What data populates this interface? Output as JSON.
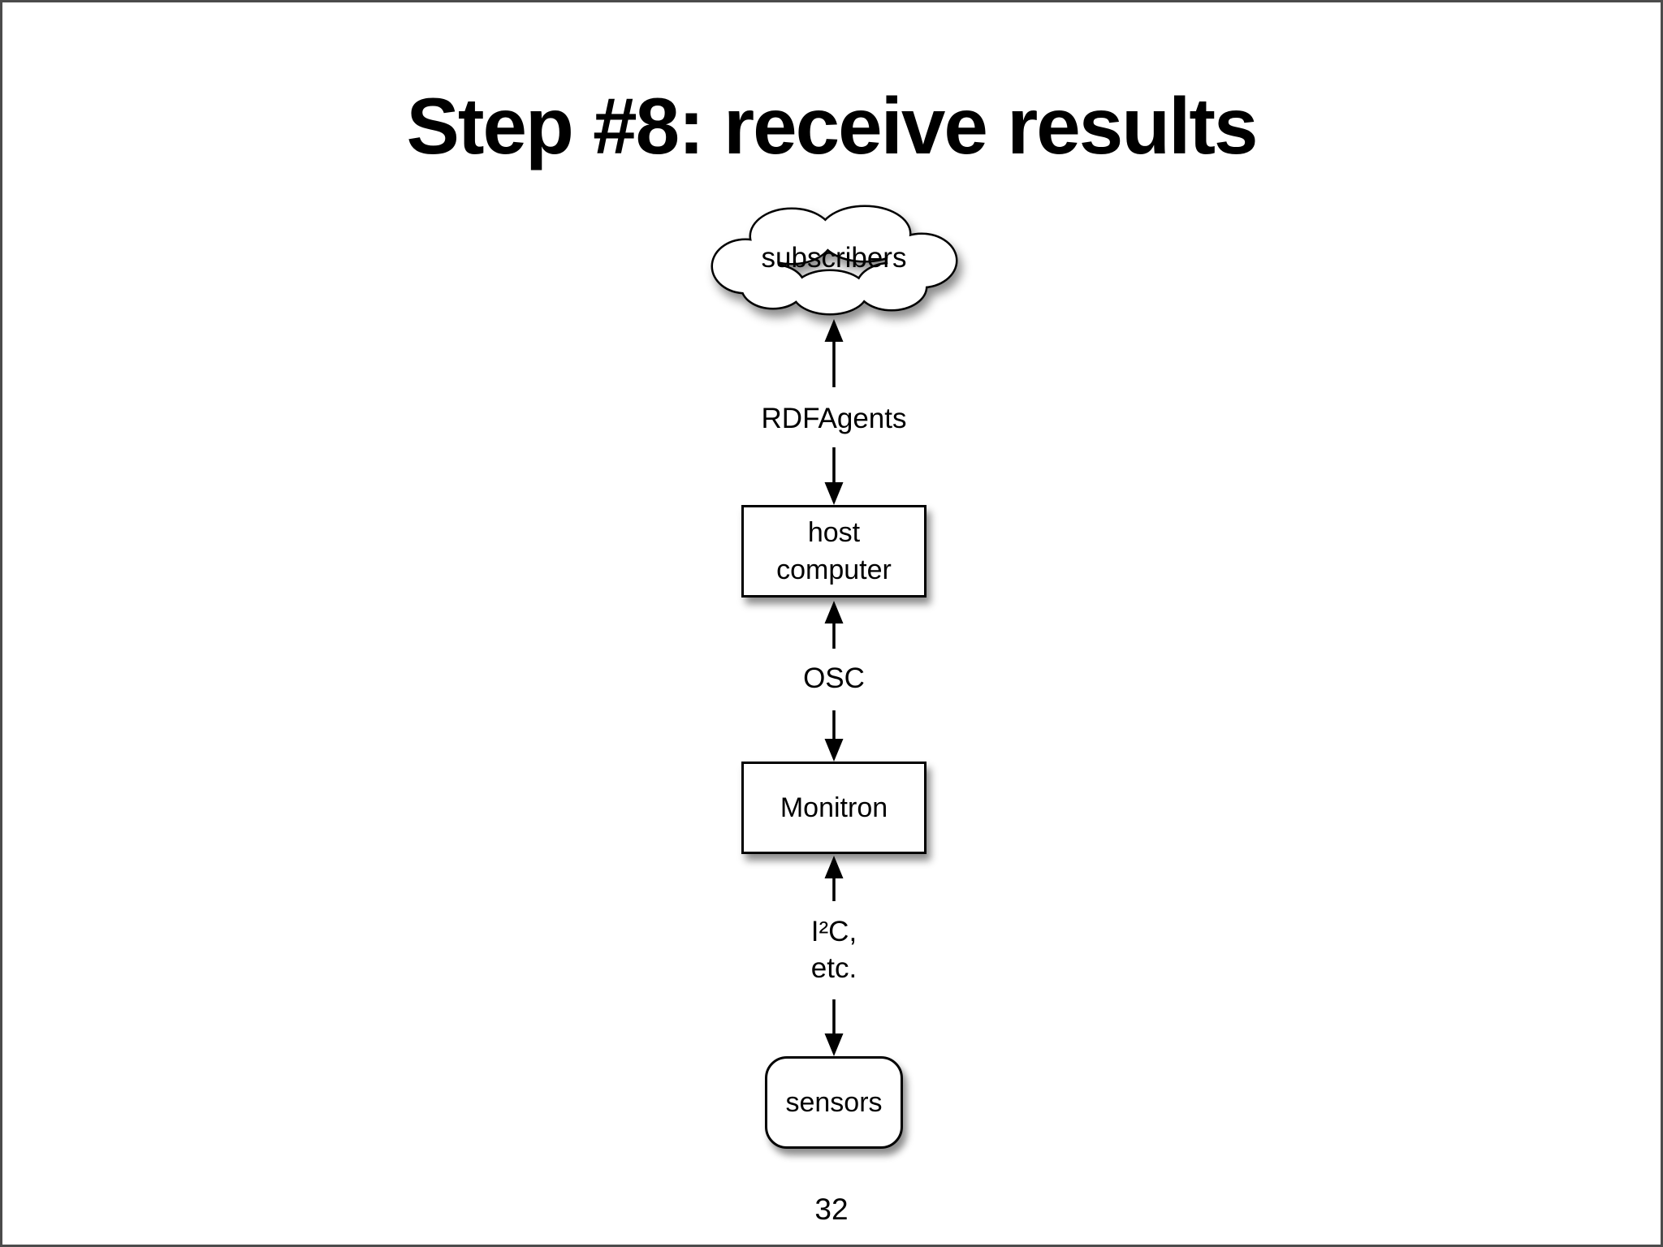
{
  "page": {
    "title": "Step #8: receive results",
    "page_number": "32",
    "colors": {
      "background": "#ffffff",
      "ink": "#000000",
      "slide_border": "#4c4c4c"
    }
  },
  "diagram": {
    "nodes": [
      {
        "id": "subscribers",
        "label": "subscribers",
        "shape": "cloud"
      },
      {
        "id": "host-computer",
        "label": "host\ncomputer",
        "shape": "rectangle"
      },
      {
        "id": "monitron",
        "label": "Monitron",
        "shape": "rectangle"
      },
      {
        "id": "sensors",
        "label": "sensors",
        "shape": "rounded-rectangle"
      }
    ],
    "edges": [
      {
        "between": [
          "subscribers",
          "host-computer"
        ],
        "label": "RDFAgents",
        "arrows": "both"
      },
      {
        "between": [
          "host-computer",
          "monitron"
        ],
        "label": "OSC",
        "arrows": "both"
      },
      {
        "between": [
          "monitron",
          "sensors"
        ],
        "label": "I²C,\netc.",
        "arrows": "both"
      }
    ]
  }
}
